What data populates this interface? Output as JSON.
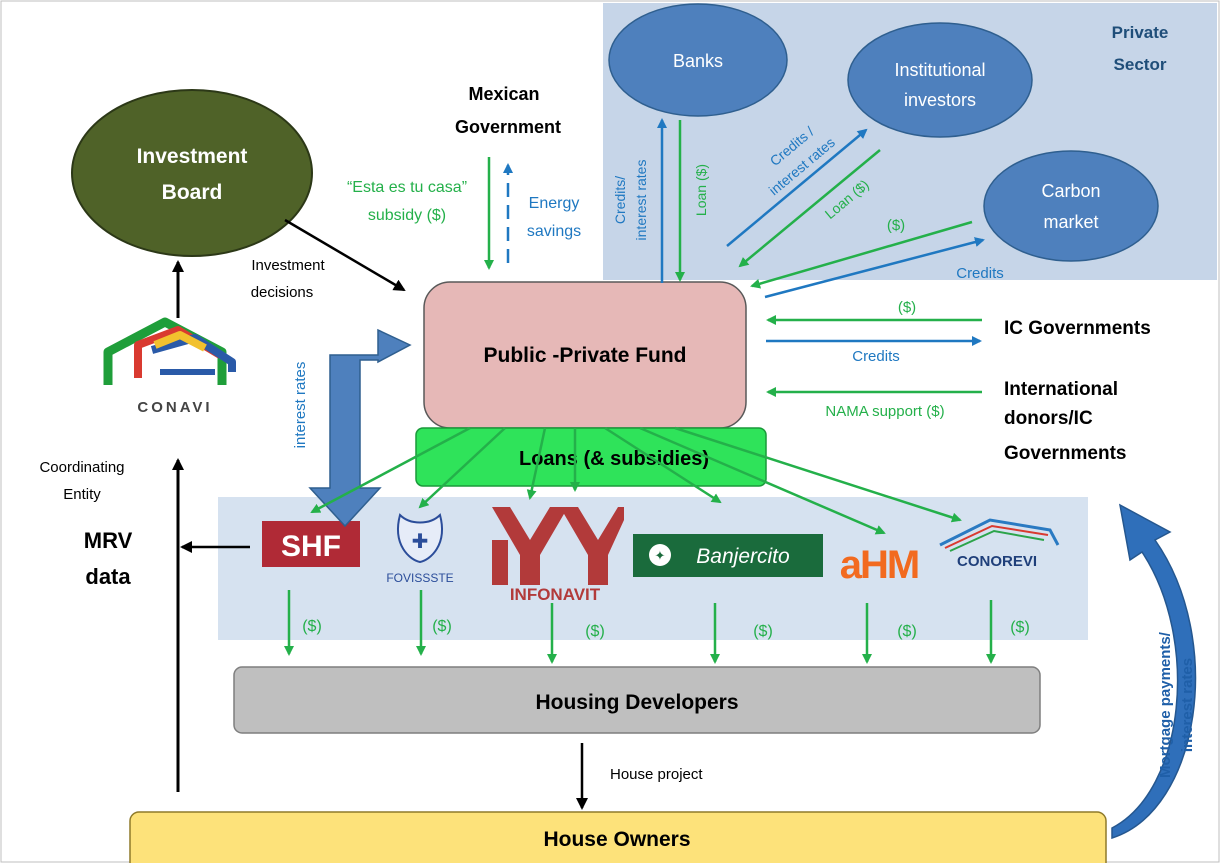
{
  "private_sector": {
    "label_line1": "Private",
    "label_line2": "Sector",
    "banks": "Banks",
    "institutional_line1": "Institutional",
    "institutional_line2": "investors",
    "carbon_line1": "Carbon",
    "carbon_line2": "market"
  },
  "mexican_government": {
    "line1": "Mexican",
    "line2": "Government"
  },
  "investment_board": {
    "line1": "Investment",
    "line2": "Board"
  },
  "conavi": {
    "text": "CONAVI",
    "coord_line1": "Coordinating",
    "coord_line2": "Entity"
  },
  "mrv": {
    "line1": "MRV",
    "line2": "data"
  },
  "fund": {
    "title": "Public -Private Fund"
  },
  "loans_bar": {
    "label": "Loans (& subsidies)"
  },
  "housing_developers": {
    "label": "Housing Developers"
  },
  "house_owners": {
    "label": "House Owners"
  },
  "ic_governments": {
    "label": "IC Governments"
  },
  "intl_donors": {
    "line1": "International",
    "line2": "donors/IC",
    "line3": "Governments"
  },
  "institutions": {
    "shf": "SHF",
    "fovissste": "FOVISSSTE",
    "infonavit": "INFONAVIT",
    "banjercito": "Banjercito",
    "ahm": "aHM",
    "conorevi": "CONOREVI"
  },
  "flows": {
    "subsidy_line1": "“Esta es tu casa”",
    "subsidy_line2": "subsidy ($)",
    "energy_line1": "Energy",
    "energy_line2": "savings",
    "investment_line1": "Investment",
    "investment_line2": "decisions",
    "bank_credits_line1": "Credits/",
    "bank_credits_line2": "interest rates",
    "bank_loan": "Loan ($)",
    "inst_credits_line1": "Credits /",
    "inst_credits_line2": "interest rates",
    "inst_loan": "Loan ($)",
    "carbon_money": "($)",
    "carbon_credits": "Credits",
    "ic_money": "($)",
    "ic_credits": "Credits",
    "nama_support": "NAMA support ($)",
    "interest_rates": "interest rates",
    "dev_money": "($)",
    "house_project": "House project",
    "mortgage_line1": "Mortgage payments/",
    "mortgage_line2": "interest rates"
  },
  "colors": {
    "green_flow": "#24b04a",
    "blue_flow": "#1f78c1",
    "private_bg": "#c6d5e8",
    "institutions_bg": "#d6e2f0",
    "ellipse_blue": "#4e80bd",
    "board_green": "#4f6228",
    "fund_pink": "#e6b8b7",
    "loans_green": "#2fe35a",
    "developers_gray": "#bfbfbf",
    "owners_yellow": "#fde27a"
  }
}
